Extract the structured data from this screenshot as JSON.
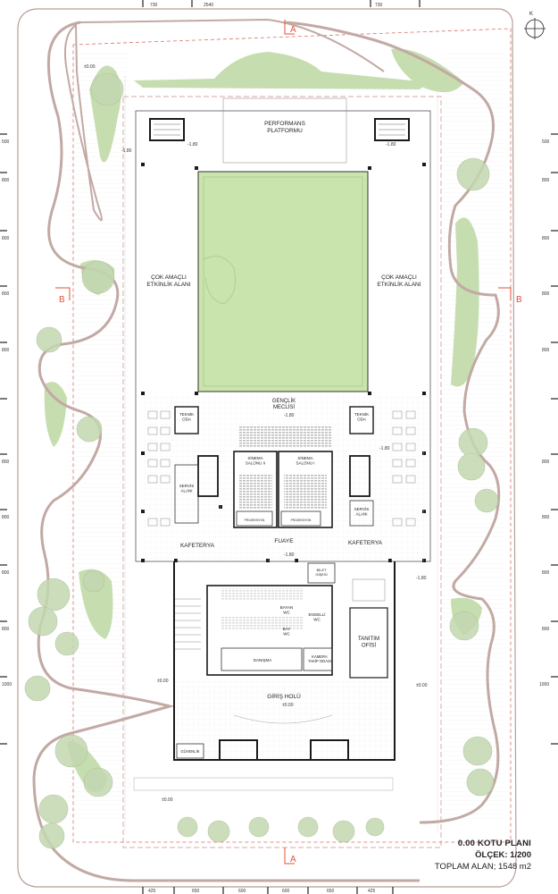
{
  "plan": {
    "spaces": {
      "performance_platform": "PERFORMANS\nPLATFORMU",
      "multi_left": "ÇOK AMAÇLI\nETKİNLİK ALANI",
      "multi_right": "ÇOK AMAÇLI\nETKİNLİK ALANI",
      "youth_council": "GENÇLİK\nMECLİSİ",
      "tech_left": "TEKNİK\nODA",
      "tech_right": "TEKNİK\nODA",
      "cinema_2": "SİNEMA\nSALONU II",
      "cinema_1": "SİNEMA\nSALONU I",
      "projection_left": "PROJEKSİYON",
      "projection_right": "PROJEKSİYON",
      "service_left": "SERVİS\nALANI",
      "service_right": "SERVİS\nALANI",
      "cafe_left": "KAFETERYA",
      "cafe_right": "KAFETERYA",
      "foyer": "FUAYE",
      "ticket": "BİLET\nGİŞESİ",
      "wc_women": "BAYAN\nWC",
      "wc_disabled": "ENGELLİ\nWC",
      "wc_men": "BAY\nWC",
      "info": "DANIŞMA",
      "camera": "KAMERA\nTAKİP ODASI",
      "promo_office": "TANITIM\nOFİSİ",
      "entrance_hall": "GİRİŞ HOLÜ",
      "security": "GÜVENLİK"
    },
    "levels": {
      "p1": "-1.80",
      "p2": "-1.80",
      "p3": "-1.80",
      "p4": "-1.80",
      "p5": "-1.80",
      "p6": "-1.80",
      "p7": "-1.80",
      "p8": "±0.00",
      "p9": "±0.00",
      "p10": "±0.00",
      "p11": "±0.00",
      "p12": "±0.00"
    },
    "section_marks": {
      "a_top": "A",
      "a_bottom": "A",
      "b_left": "B",
      "b_right": "B"
    },
    "north": "K",
    "dims_top": [
      "730",
      "2540",
      "730"
    ],
    "dims_bottom": [
      "425",
      "650",
      "600",
      "600",
      "650",
      "425"
    ],
    "dims_left": [
      "500",
      "800",
      "800",
      "800",
      "800",
      "800",
      "800",
      "800",
      "800",
      "1000"
    ],
    "dims_right": [
      "500",
      "800",
      "800",
      "800",
      "800",
      "800",
      "800",
      "800",
      "800",
      "1000"
    ]
  },
  "title": {
    "plan_name": "0.00 KOTU PLANI",
    "scale": "ÖLÇEK: 1/200",
    "area": "TOPLAM ALAN; 1548 m2"
  },
  "colors": {
    "grass": "#c6ddb0",
    "field": "#c9e4ad",
    "tree": "#c3d8b0",
    "path": "#c2a9a3",
    "wall": "#1a1a1a",
    "section": "#e0503a"
  }
}
